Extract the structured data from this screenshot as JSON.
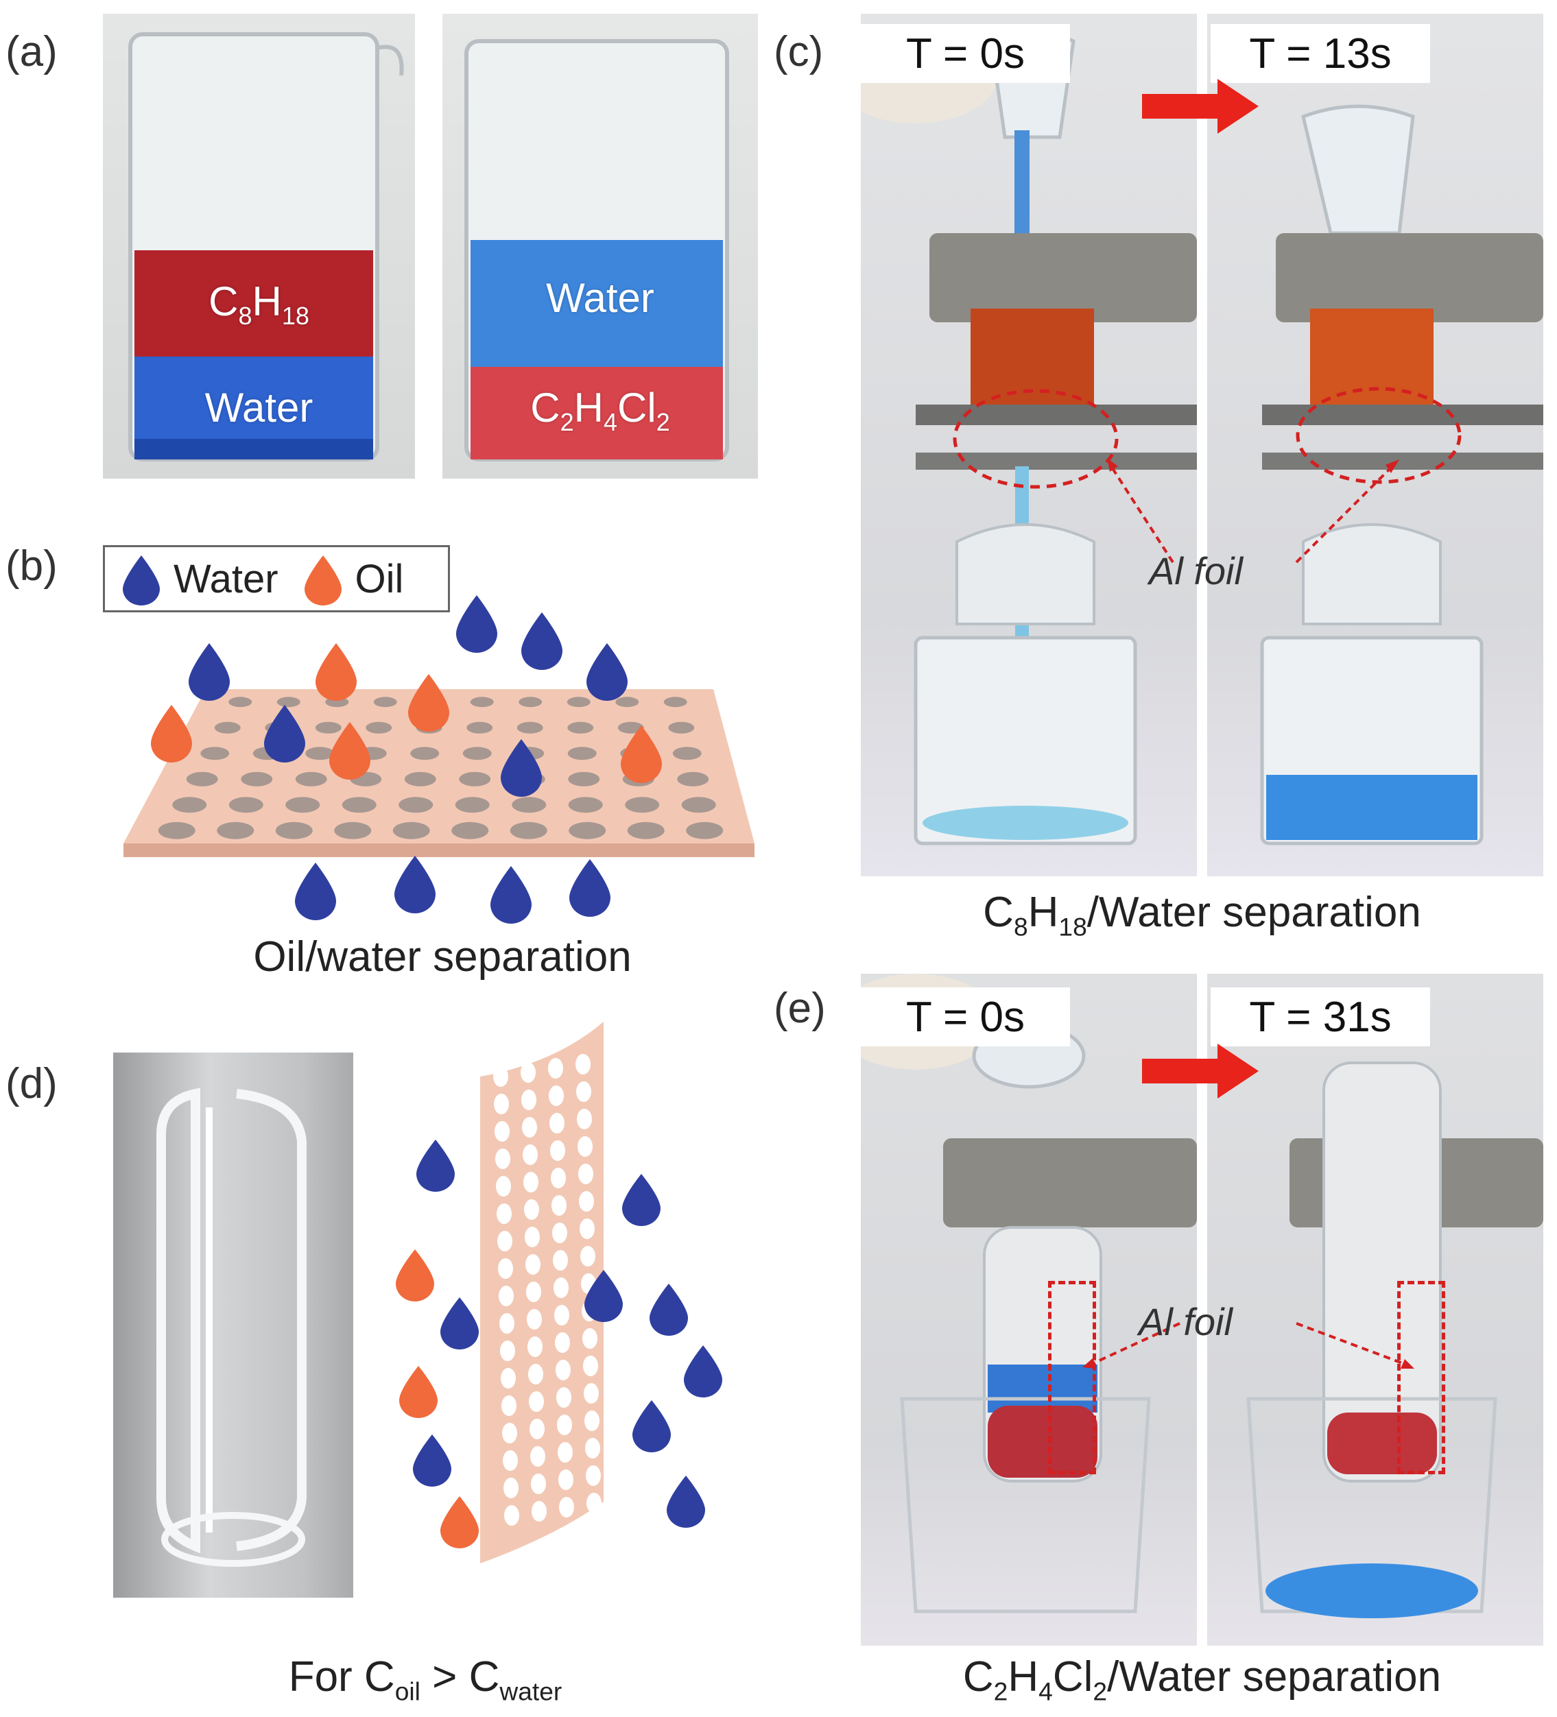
{
  "panels": {
    "a": {
      "letter": "(a)",
      "left_beaker": {
        "top_layer": "C8H18",
        "top_base": "C",
        "top_sub1": "8",
        "top_mid": "H",
        "top_sub2": "18",
        "bottom_layer": "Water"
      },
      "right_beaker": {
        "top_layer": "Water",
        "bottom_base": "C",
        "bottom_sub1": "2",
        "bottom_mid": "H",
        "bottom_sub2": "4",
        "bottom_mid2": "Cl",
        "bottom_sub3": "2"
      }
    },
    "b": {
      "letter": "(b)",
      "legend": {
        "water": "Water",
        "oil": "Oil"
      },
      "caption": "Oil/water separation"
    },
    "c": {
      "letter": "(c)",
      "time_left": "T = 0s",
      "time_right": "T = 13s",
      "annotation": "Al foil",
      "caption_base": "C",
      "caption_sub1": "8",
      "caption_mid": "H",
      "caption_sub2": "18",
      "caption_tail": "/Water separation"
    },
    "d": {
      "letter": "(d)",
      "caption_pre": "For C",
      "caption_sub1": "oil",
      "caption_mid": " > C",
      "caption_sub2": "water"
    },
    "e": {
      "letter": "(e)",
      "time_left": "T = 0s",
      "time_right": "T = 31s",
      "annotation": "Al foil",
      "caption_base": "C",
      "caption_sub1": "2",
      "caption_mid": "H",
      "caption_sub2": "4",
      "caption_mid2": "Cl",
      "caption_sub3": "2",
      "caption_tail": "/Water separation"
    }
  },
  "colors": {
    "water_drop": "#2f3fa0",
    "oil_drop": "#f06a3c",
    "membrane": "#f2c8b4",
    "arrow": "#e8231b",
    "annotation_red": "#d42020",
    "water_blue": "#3b82d8",
    "oil_red": "#c9303a"
  }
}
